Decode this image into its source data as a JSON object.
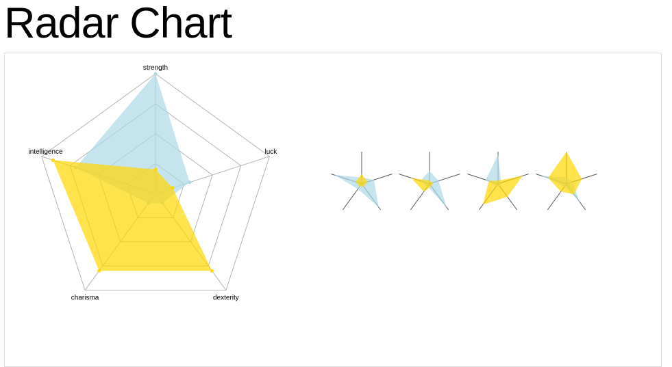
{
  "page": {
    "title": "Radar Chart"
  },
  "colors": {
    "series_a": "#add8e6",
    "series_b": "#ffd700",
    "grid": "#b4b4b4",
    "axis": "#555555"
  },
  "chart_data": [
    {
      "type": "radar",
      "role": "main",
      "axes": [
        "strength",
        "luck",
        "dexterity",
        "charisma",
        "intelligence"
      ],
      "range": [
        0,
        10
      ],
      "grid_levels": 4,
      "series": [
        {
          "values": [
            10,
            3,
            1,
            1,
            7
          ],
          "color": "#add8e6",
          "opacity": 0.7
        },
        {
          "values": [
            2,
            1.5,
            8,
            8,
            9
          ],
          "color": "#ffd700",
          "opacity": 0.7
        }
      ]
    },
    {
      "type": "radar",
      "role": "mini-1",
      "axes": [
        "strength",
        "luck",
        "dexterity",
        "charisma",
        "intelligence"
      ],
      "range": [
        0,
        10
      ],
      "series": [
        {
          "values": [
            2,
            4,
            9,
            2,
            9
          ],
          "color": "#add8e6",
          "opacity": 0.7
        },
        {
          "values": [
            3,
            2,
            1,
            1,
            2
          ],
          "color": "#ffd700",
          "opacity": 0.7
        }
      ]
    },
    {
      "type": "radar",
      "role": "mini-2",
      "axes": [
        "strength",
        "luck",
        "dexterity",
        "charisma",
        "intelligence"
      ],
      "range": [
        0,
        10
      ],
      "series": [
        {
          "values": [
            4,
            3,
            9,
            1,
            3
          ],
          "color": "#add8e6",
          "opacity": 0.7
        },
        {
          "values": [
            1,
            1,
            1,
            3,
            6
          ],
          "color": "#ffd700",
          "opacity": 0.7
        }
      ]
    },
    {
      "type": "radar",
      "role": "mini-3",
      "axes": [
        "strength",
        "luck",
        "dexterity",
        "charisma",
        "intelligence"
      ],
      "range": [
        0,
        10
      ],
      "series": [
        {
          "values": [
            9,
            1,
            1,
            1,
            4
          ],
          "color": "#add8e6",
          "opacity": 0.7
        },
        {
          "values": [
            1,
            8,
            5,
            8,
            3
          ],
          "color": "#ffd700",
          "opacity": 0.7
        }
      ]
    },
    {
      "type": "radar",
      "role": "mini-4",
      "axes": [
        "strength",
        "luck",
        "dexterity",
        "charisma",
        "intelligence"
      ],
      "range": [
        0,
        10
      ],
      "series": [
        {
          "values": [
            2,
            2,
            7,
            1,
            8
          ],
          "color": "#add8e6",
          "opacity": 0.7
        },
        {
          "values": [
            10,
            5,
            4,
            3,
            6
          ],
          "color": "#ffd700",
          "opacity": 0.7
        }
      ]
    }
  ]
}
